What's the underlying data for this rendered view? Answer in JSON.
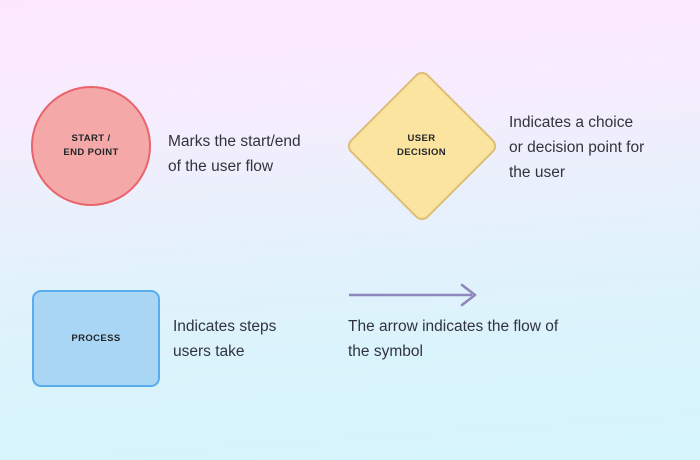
{
  "background": {
    "gradient_from": "#fde7ff",
    "gradient_to": "#d6f5fd"
  },
  "legend": {
    "items": [
      {
        "key": "start-end-point",
        "shape": "circle",
        "label": "START /\nEND POINT",
        "description": "Marks the start/end\nof the user flow",
        "fill": "#f4a9a8",
        "stroke": "#e9636d"
      },
      {
        "key": "user-decision",
        "shape": "diamond",
        "label": "USER\nDECISION",
        "description": "Indicates a choice\nor decision point for\nthe user",
        "fill": "#fbe3a0",
        "stroke": "#ddbe77"
      },
      {
        "key": "process",
        "shape": "rectangle",
        "label": "PROCESS",
        "description": "Indicates steps\nusers take",
        "fill": "#a9d6f5",
        "stroke": "#5aadec"
      },
      {
        "key": "flow-arrow",
        "shape": "arrow",
        "label": "",
        "description": "The arrow indicates the flow of\nthe symbol",
        "fill": "#8f86bb",
        "stroke": "#8f86bb"
      }
    ]
  }
}
